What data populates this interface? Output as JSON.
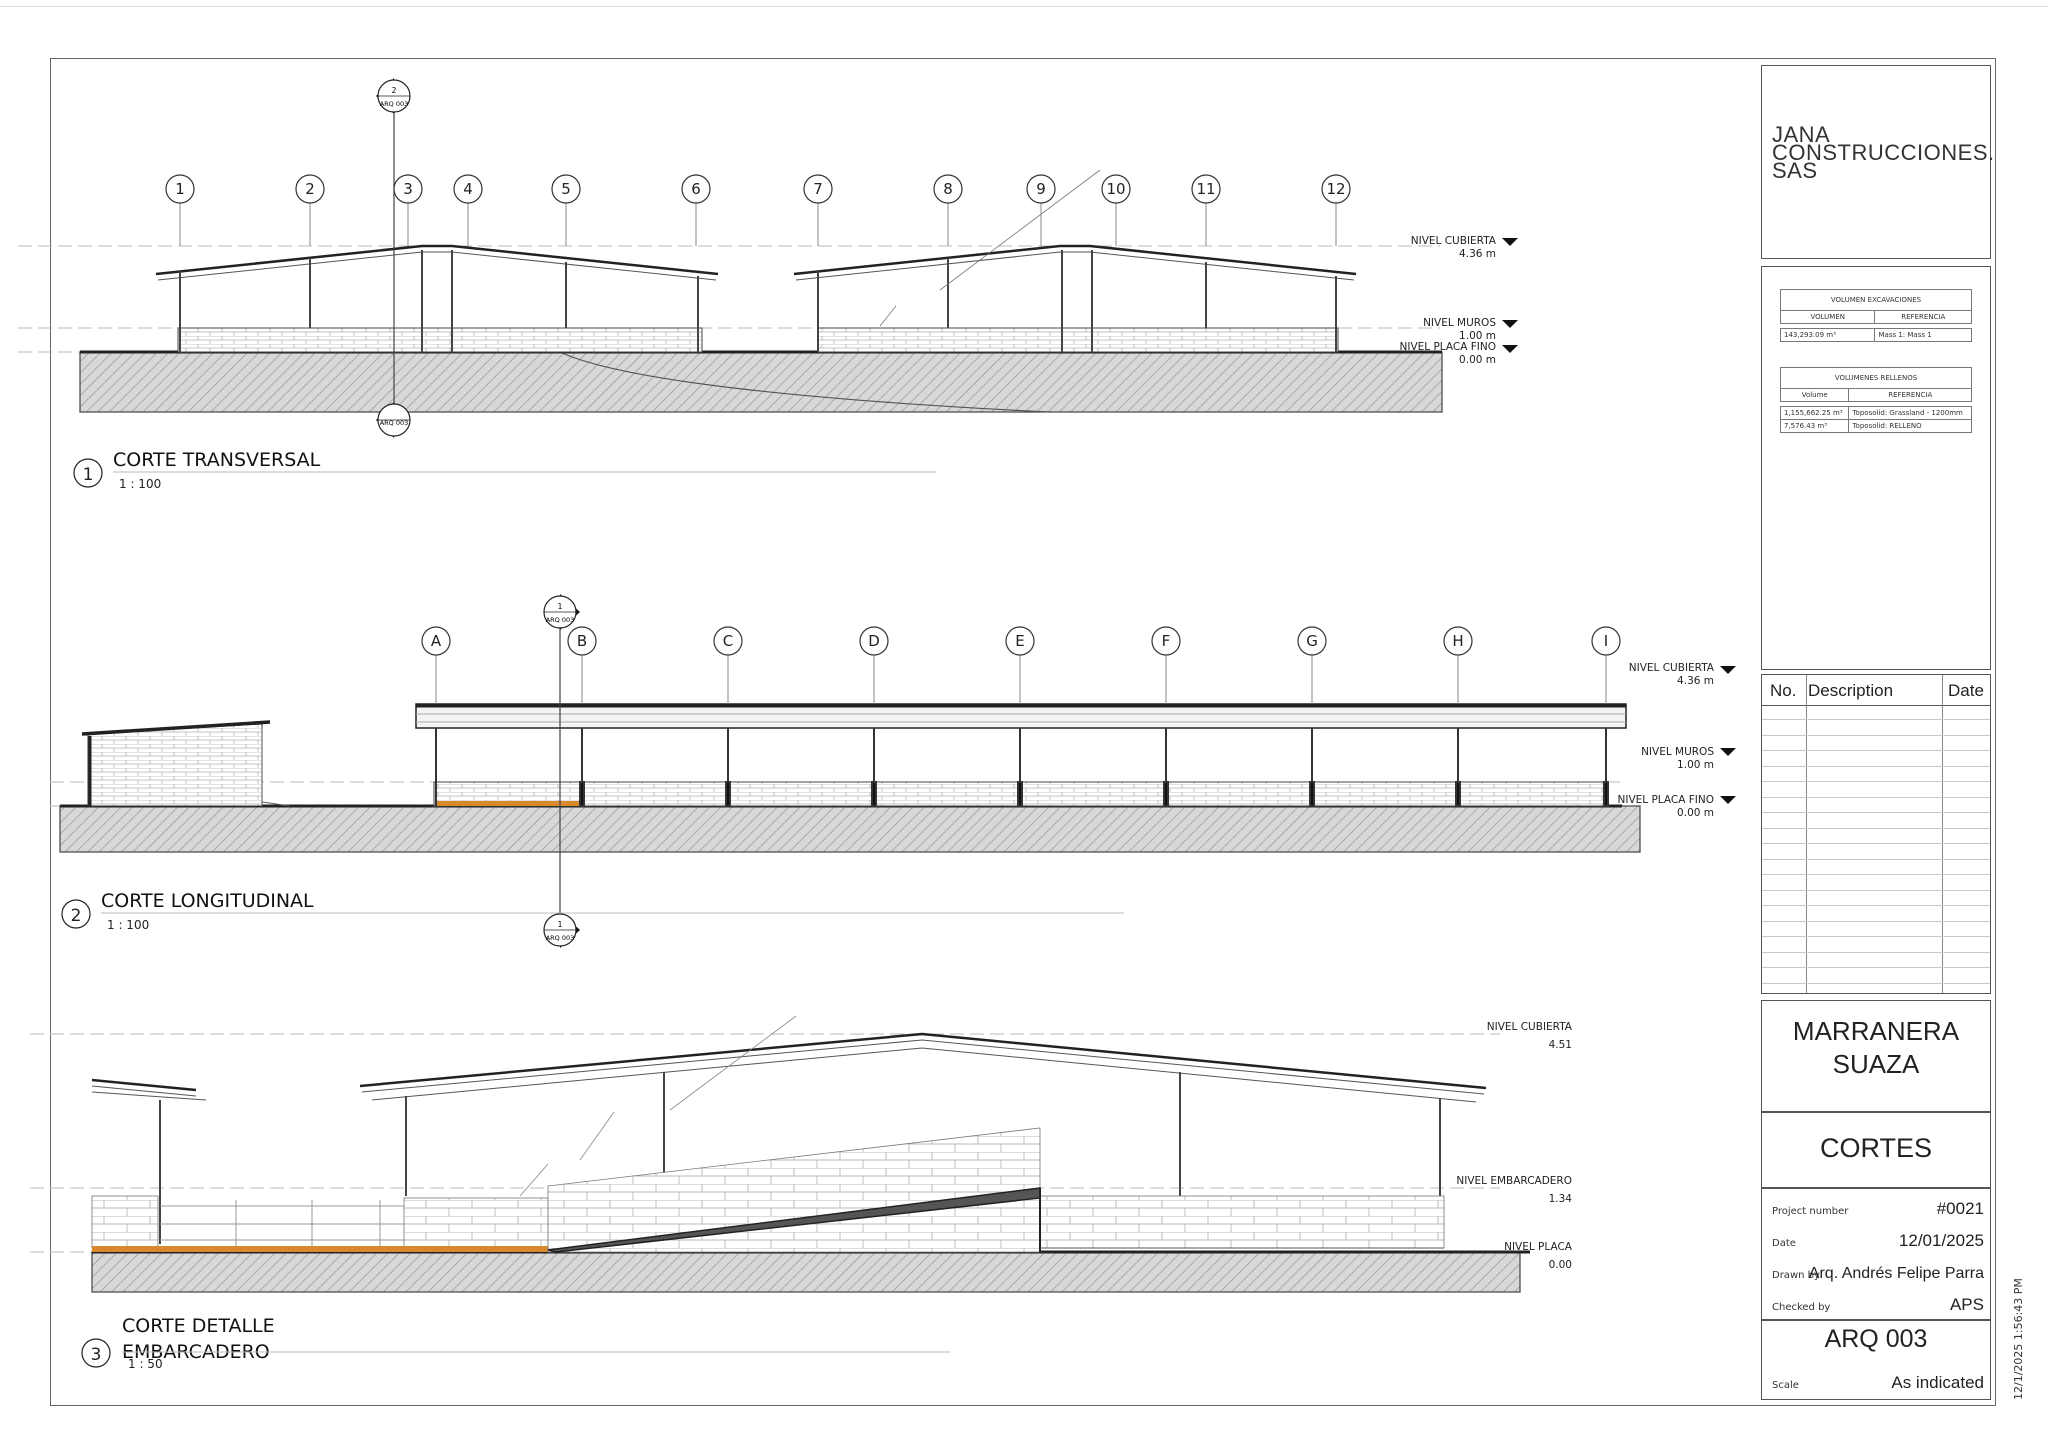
{
  "title_block": {
    "company": "JANA\nCONSTRUCCIONES.\nSAS",
    "project_name": "MARRANERA\nSUAZA",
    "sheet_name": "CORTES",
    "project_number_label": "Project number",
    "project_number": "#0021",
    "date_label": "Date",
    "date": "12/01/2025",
    "drawn_by_label": "Drawn by",
    "drawn_by": "Arq. Andrés Felipe Parra",
    "checked_by_label": "Checked by",
    "checked_by": "APS",
    "sheet_number": "ARQ 003",
    "scale_label": "Scale",
    "scale": "As indicated",
    "timestamp": "12/1/2025 1:56:43 PM"
  },
  "revisions": {
    "headers": [
      "No.",
      "Description",
      "Date"
    ],
    "rows": []
  },
  "excavation_schedule": {
    "title": "VOLUMEN EXCAVACIONES",
    "headers": [
      "VOLUMEN",
      "REFERENCIA"
    ],
    "rows": [
      [
        "143,293.09 m³",
        "Mass 1: Mass 1"
      ]
    ]
  },
  "fill_schedule": {
    "title": "VOLUMENES RELLENOS",
    "headers": [
      "Volume",
      "REFERENCIA"
    ],
    "rows": [
      [
        "1,155,662.25 m³",
        "Toposolid: Grassland - 1200mm"
      ],
      [
        "7,576.43 m³",
        "Toposolid: RELLENO"
      ]
    ]
  },
  "views": [
    {
      "number": "1",
      "title": "CORTE TRANSVERSAL",
      "scale": "1 : 100",
      "gridlines": [
        "1",
        "2",
        "3",
        "4",
        "5",
        "6",
        "7",
        "8",
        "9",
        "10",
        "11",
        "12"
      ],
      "levels": [
        {
          "name": "NIVEL CUBIERTA",
          "elevation": "4.36 m"
        },
        {
          "name": "NIVEL MUROS",
          "elevation": "1.00 m"
        },
        {
          "name": "NIVEL PLACA FINO",
          "elevation": "0.00 m"
        }
      ],
      "section_marks": [
        {
          "number": "2",
          "sheet": "ARQ 003"
        },
        {
          "number": "",
          "sheet": "ARQ 003"
        }
      ]
    },
    {
      "number": "2",
      "title": "CORTE LONGITUDINAL",
      "scale": "1 : 100",
      "gridlines": [
        "A",
        "B",
        "C",
        "D",
        "E",
        "F",
        "G",
        "H",
        "I"
      ],
      "levels": [
        {
          "name": "NIVEL CUBIERTA",
          "elevation": "4.36 m"
        },
        {
          "name": "NIVEL MUROS",
          "elevation": "1.00 m"
        },
        {
          "name": "NIVEL PLACA FINO",
          "elevation": "0.00 m"
        }
      ],
      "section_marks": [
        {
          "number": "1",
          "sheet": "ARQ 003"
        },
        {
          "number": "1",
          "sheet": "ARQ 003"
        }
      ]
    },
    {
      "number": "3",
      "title": "CORTE DETALLE\nEMBARCADERO",
      "title_line1": "CORTE DETALLE",
      "title_line2": "EMBARCADERO",
      "scale": "1 : 50",
      "levels": [
        {
          "name": "NIVEL CUBIERTA",
          "elevation": "4.51"
        },
        {
          "name": "NIVEL EMBARCADERO",
          "elevation": "1.34"
        },
        {
          "name": "NIVEL PLACA",
          "elevation": "0.00"
        }
      ]
    }
  ],
  "colors": {
    "line": "#333333",
    "hatch": "#9a9a9a",
    "brick": "#b0b0b0",
    "accent_fill": "#d9892b"
  }
}
